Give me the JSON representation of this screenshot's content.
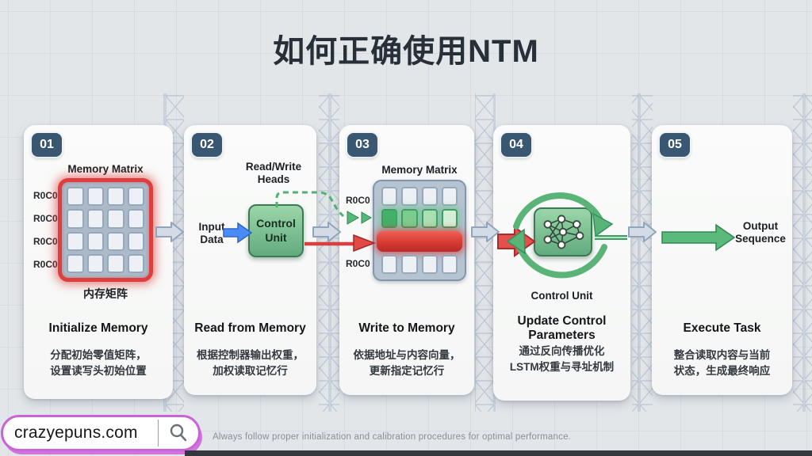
{
  "title": "如何正确使用NTM",
  "steps": [
    {
      "number": "01",
      "diagram_label": "Memory Matrix",
      "diagram_caption": "内存矩阵",
      "row_labels": [
        "R0C0",
        "R0C0",
        "R0C0",
        "R0C0"
      ],
      "heading": "Initialize Memory",
      "body": "分配初始零值矩阵，\n设置读写头初始位置"
    },
    {
      "number": "02",
      "diagram_label": "Read/Write\nHeads",
      "input_label": "Input\nData",
      "unit_label": "Control\nUnit",
      "heading": "Read from Memory",
      "body": "根据控制器输出权重，\n加权读取记忆行"
    },
    {
      "number": "03",
      "diagram_label": "Memory Matrix",
      "row_label_top": "R0C0",
      "row_label_bottom": "R0C0",
      "heading": "Write to Memory",
      "body": "依据地址与内容向量，\n更新指定记忆行"
    },
    {
      "number": "04",
      "unit_caption": "Control Unit",
      "heading": "Update Control\nParameters",
      "body": "通过反向传播优化\nLSTM权重与寻址机制"
    },
    {
      "number": "05",
      "output_label": "Output\nSequence",
      "heading": "Execute Task",
      "body": "整合读取内容与当前\n状态，生成最终响应"
    }
  ],
  "branding": {
    "site": "crazyepuns.com"
  },
  "footer": {
    "note": "Always follow proper initialization and calibration procedures for optimal performance."
  },
  "colors": {
    "accent_red": "#dd3f3e",
    "accent_green": "#4db371",
    "accent_blue": "#4a8cf5",
    "badge": "#3a5772",
    "brand_magenta": "#cb63d8"
  }
}
